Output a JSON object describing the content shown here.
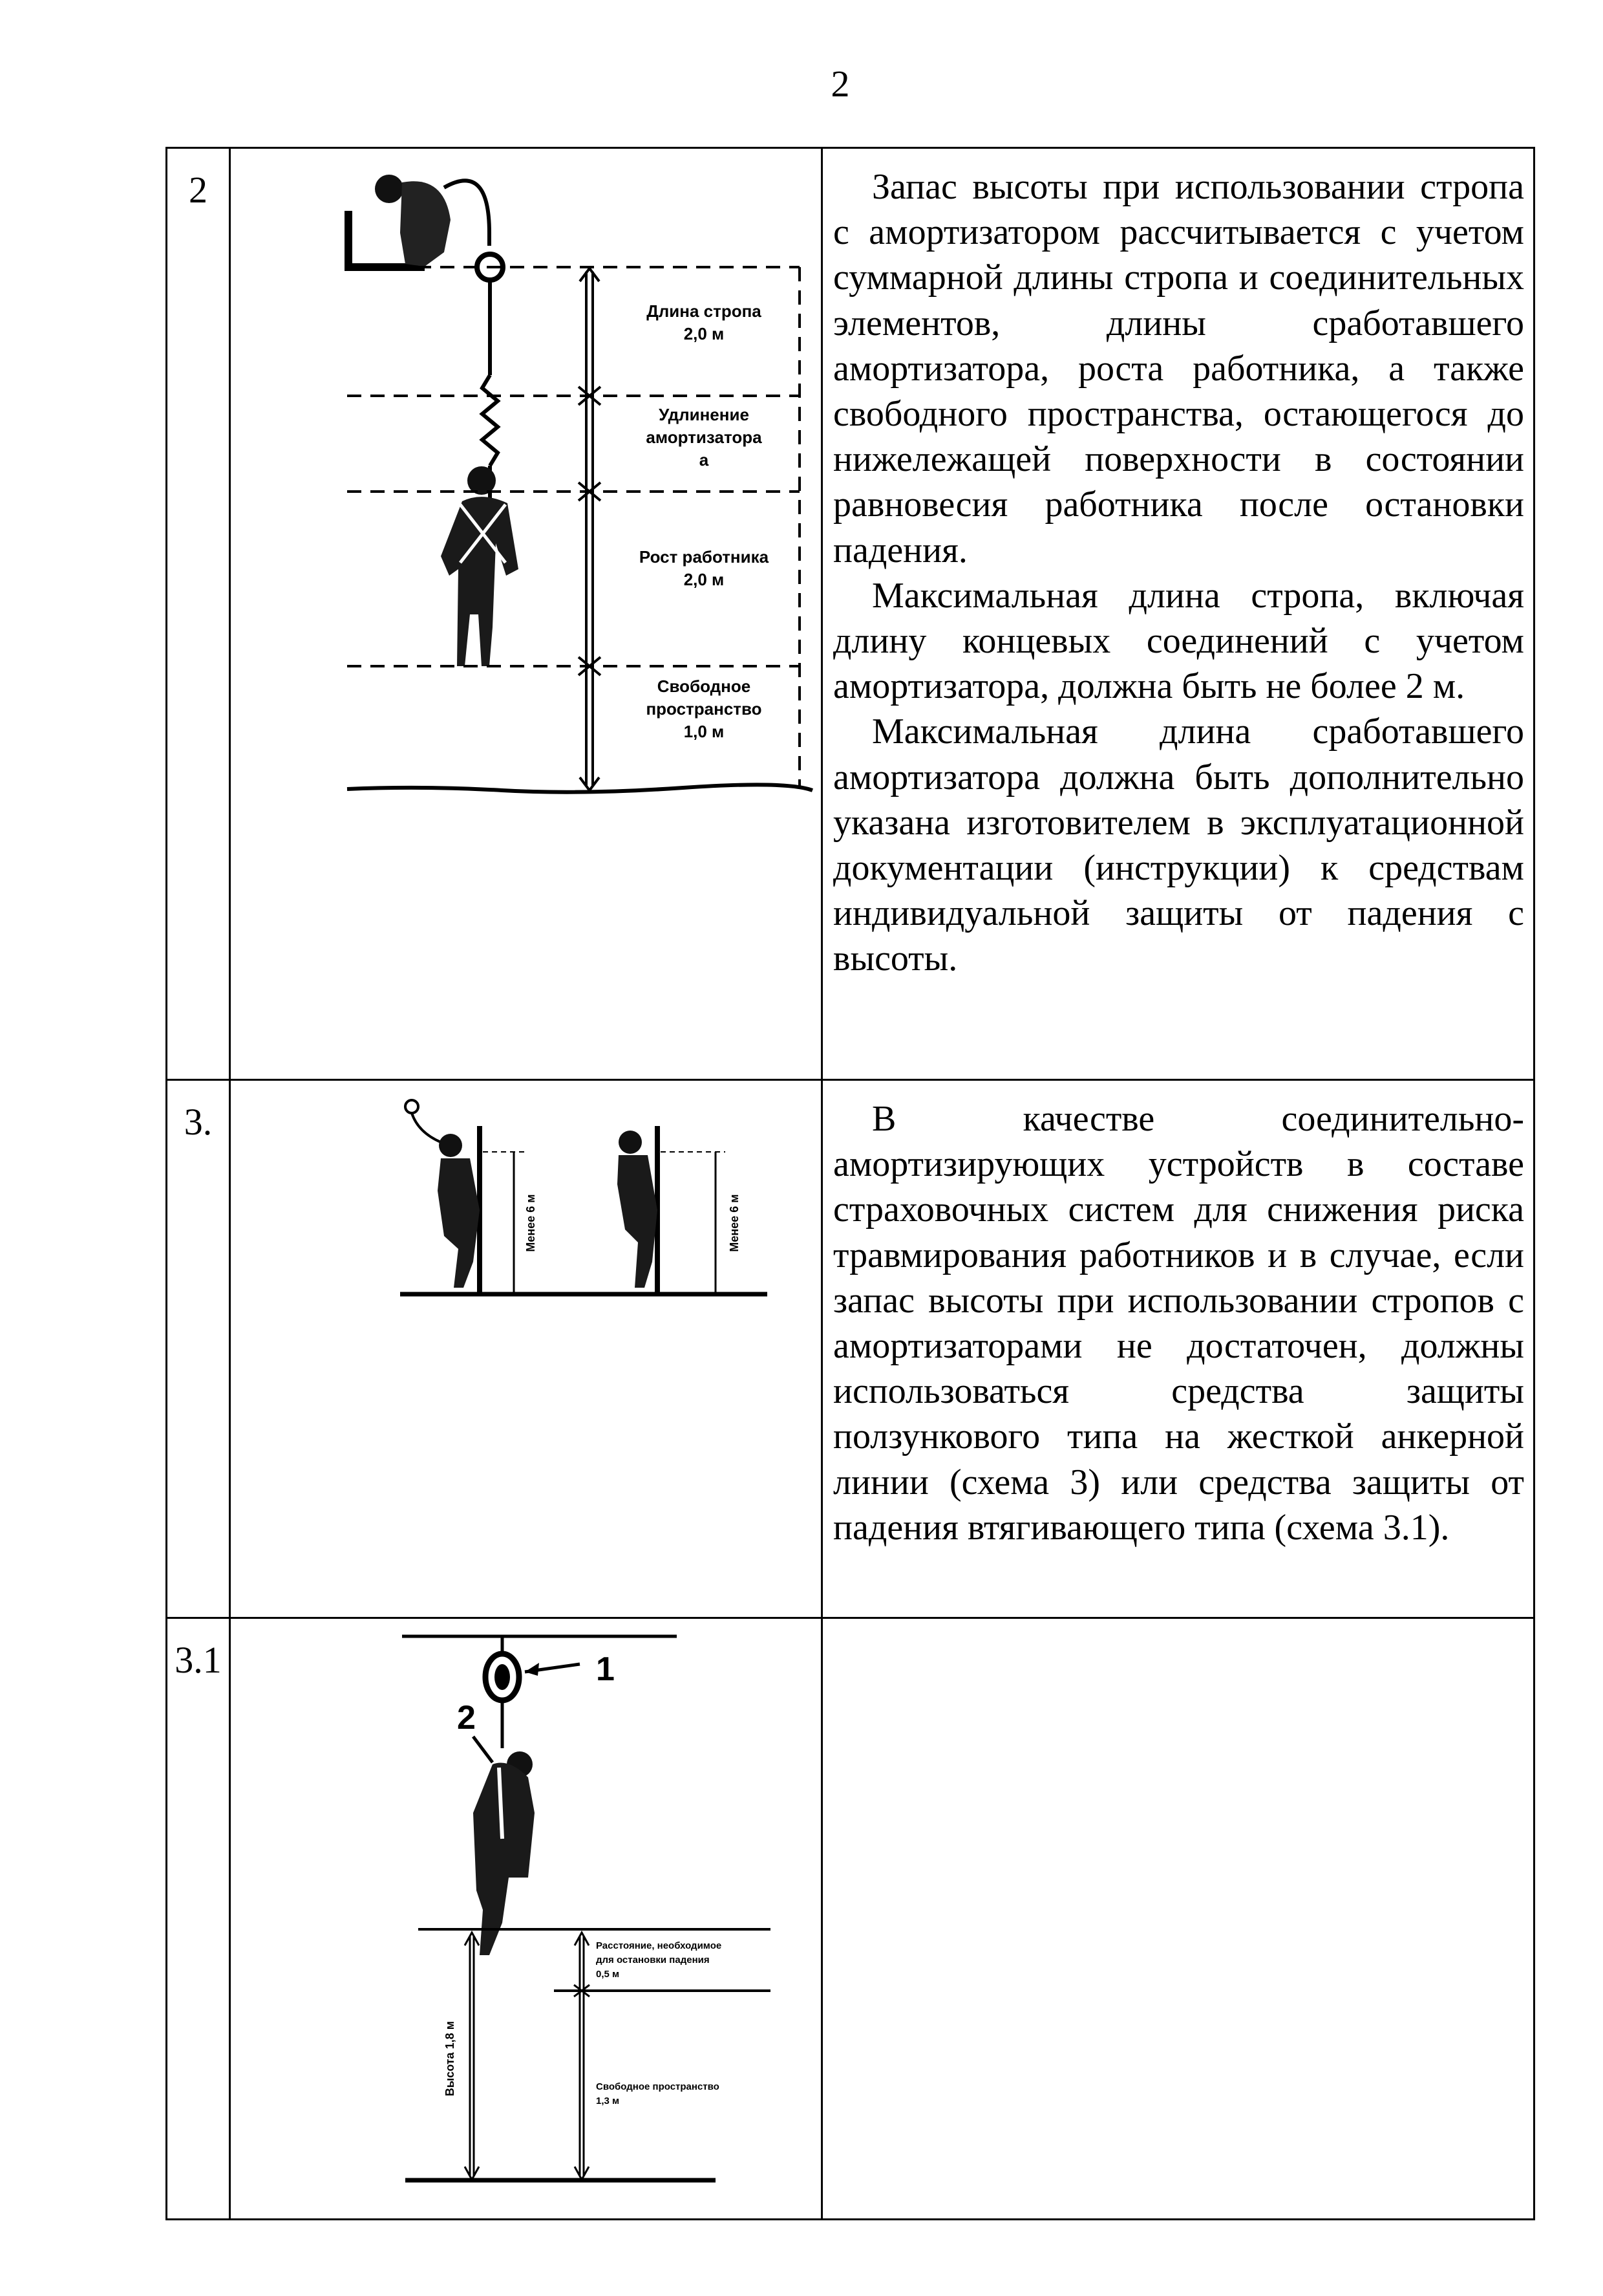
{
  "page_number": "2",
  "rows": [
    {
      "number": "2",
      "figure_labels": {
        "lanyard_length": [
          "Длина стропа",
          "2,0 м"
        ],
        "absorber_elongation": [
          "Удлинение",
          "амортизатора",
          "а"
        ],
        "worker_height": [
          "Рост работника",
          "2,0 м"
        ],
        "free_space": [
          "Свободное",
          "пространство",
          "1,0 м"
        ]
      },
      "paragraphs": [
        "Запас высоты при использовании стропа с амортизатором рассчитывается с учетом суммарной длины стропа и соединительных элементов, длины сработавшего амортизатора, роста работника, а также свободного пространства, остающегося до нижележащей поверхности в состоянии равновесия работника после остановки падения.",
        "Максимальная длина стропа, включая длину концевых соединений с учетом амортизатора, должна быть не более 2 м.",
        "Максимальная длина сработавшего амортизатора должна быть дополнительно указана изготовителем в эксплуатационной документации (инструкции) к средствам индивидуальной защиты от падения с высоты."
      ]
    },
    {
      "number": "3.",
      "figure_labels": {
        "left_height": "Менее 6 м",
        "right_height": "Менее 6 м"
      },
      "paragraphs": [
        "В качестве соединительно-амортизирующих устройств в составе страховочных систем для снижения риска травмирования работников и в случае, если запас высоты при использовании стропов с амортизаторами не достаточен, должны использоваться средства защиты ползункового типа на жесткой анкерной линии (схема 3) или средства защиты от падения втягивающего типа (схема 3.1)."
      ]
    },
    {
      "number": "3.1",
      "figure_labels": {
        "callout_1": "1",
        "callout_2": "2",
        "total_height": "Высота 1,8 м",
        "stop_distance": [
          "Расстояние, необходимое",
          "для остановки падения",
          "0,5 м"
        ],
        "free_space": [
          "Свободное пространство",
          "1,3 м"
        ]
      },
      "paragraphs": []
    }
  ]
}
